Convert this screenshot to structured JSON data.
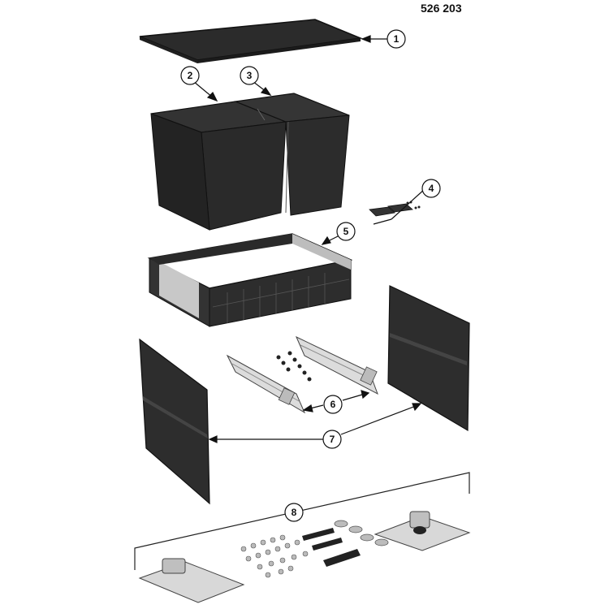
{
  "part_number": "526 203",
  "callouts": [
    {
      "id": "lid",
      "label": "1"
    },
    {
      "id": "bin-left",
      "label": "2"
    },
    {
      "id": "bin-right",
      "label": "3"
    },
    {
      "id": "pads",
      "label": "4"
    },
    {
      "id": "frame",
      "label": "5"
    },
    {
      "id": "runners",
      "label": "6"
    },
    {
      "id": "side-panels",
      "label": "7"
    },
    {
      "id": "hardware",
      "label": "8"
    }
  ]
}
